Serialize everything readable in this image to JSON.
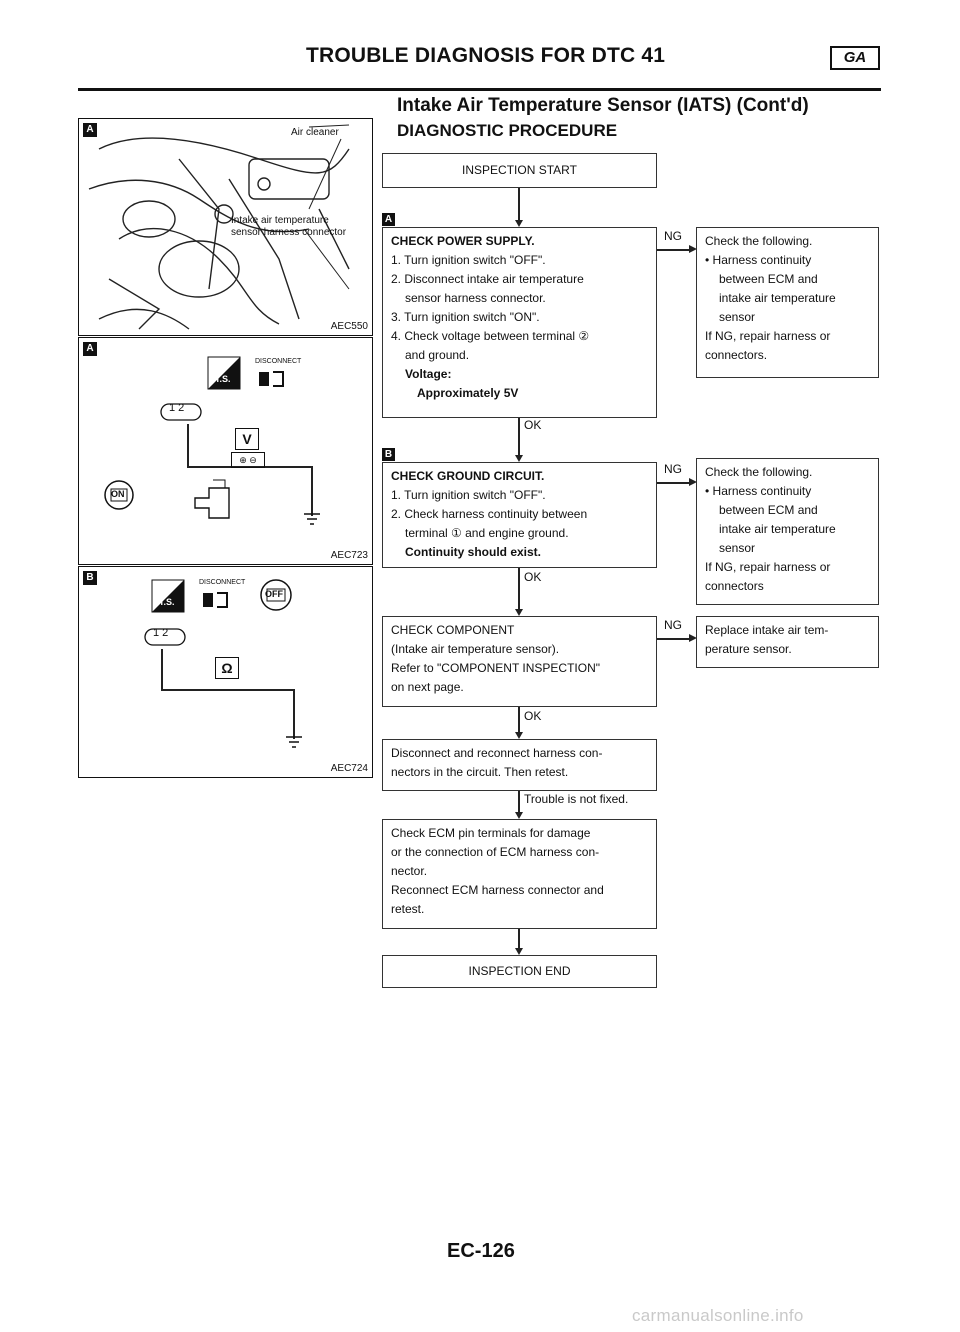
{
  "header": {
    "title": "TROUBLE DIAGNOSIS FOR DTC 41",
    "badge": "GA",
    "subtitle": "Intake Air Temperature Sensor (IATS) (Cont'd)",
    "section": "DIAGNOSTIC PROCEDURE"
  },
  "panels": {
    "p1": {
      "tag": "A",
      "label_air_cleaner": "Air cleaner",
      "label_sensor_1": "Intake air temperature",
      "label_sensor_2": "sensor harness connector",
      "code": "AEC550"
    },
    "p2": {
      "tag": "A",
      "disconnect": "DISCONNECT",
      "ts": "T.S.",
      "pins": "1 2",
      "meter": "V",
      "meter_terms": "⊕ ⊖",
      "ign": "ON",
      "code": "AEC723"
    },
    "p3": {
      "tag": "B",
      "disconnect": "DISCONNECT",
      "ts": "T.S.",
      "pins": "1 2",
      "meter": "Ω",
      "ign": "OFF",
      "code": "AEC724"
    }
  },
  "flow": {
    "start": "INSPECTION START",
    "step_a_tag": "A",
    "step_a": {
      "title": "CHECK POWER SUPPLY.",
      "lines": [
        "1. Turn ignition switch \"OFF\".",
        "2. Disconnect intake air temperature",
        "sensor harness connector.",
        "3. Turn ignition switch \"ON\".",
        "4. Check voltage between terminal ②",
        "and ground."
      ],
      "voltage_label": "Voltage:",
      "voltage_value": "Approximately 5V"
    },
    "ng_a": "NG",
    "ng_a_box": [
      "Check the following.",
      "• Harness continuity",
      "between ECM and",
      "intake air temperature",
      "sensor",
      "If NG, repair harness or",
      "connectors."
    ],
    "ok_a": "OK",
    "step_b_tag": "B",
    "step_b": {
      "title": "CHECK GROUND CIRCUIT.",
      "lines": [
        "1. Turn ignition switch \"OFF\".",
        "2. Check harness continuity between",
        "terminal ① and engine ground."
      ],
      "note": "Continuity should exist."
    },
    "ng_b": "NG",
    "ng_b_box": [
      "Check the following.",
      "• Harness continuity",
      "between ECM and",
      "intake air temperature",
      "sensor",
      "If NG, repair harness or",
      "connectors"
    ],
    "ok_b": "OK",
    "step_c": [
      "CHECK COMPONENT",
      "(Intake air temperature sensor).",
      "Refer to \"COMPONENT INSPECTION\"",
      "on next page."
    ],
    "ng_c": "NG",
    "ng_c_box": [
      "Replace intake air tem-",
      "perature sensor."
    ],
    "ok_c": "OK",
    "step_d": [
      "Disconnect and reconnect harness con-",
      "nectors in the circuit. Then retest."
    ],
    "not_fixed": "Trouble is not fixed.",
    "step_e": [
      "Check ECM pin terminals for damage",
      "or the connection of ECM harness con-",
      "nector.",
      "Reconnect ECM harness connector and",
      "retest."
    ],
    "end": "INSPECTION END"
  },
  "footer": {
    "page": "EC-126"
  },
  "watermark": "carmanualsonline.info"
}
